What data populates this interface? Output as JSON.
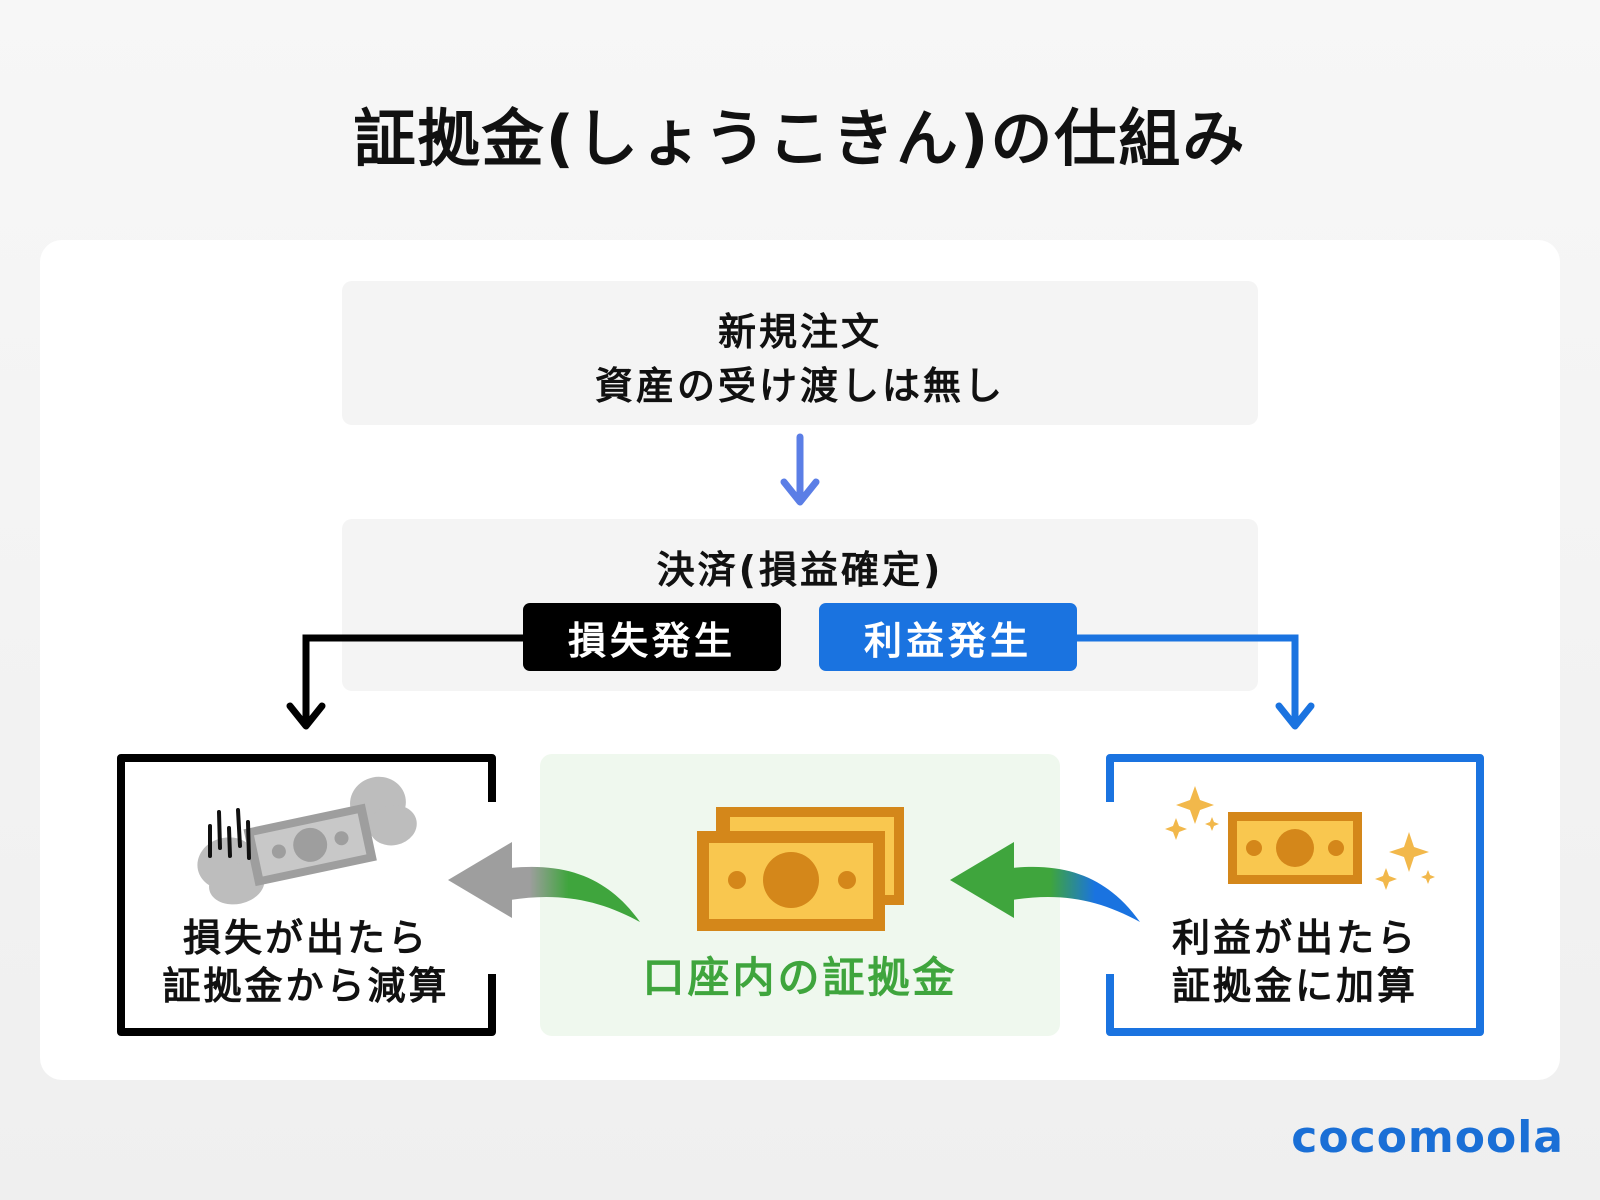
{
  "title": "証拠金(しょうこきん)の仕組み",
  "steps": {
    "new_order": {
      "line1": "新規注文",
      "line2": "資産の受け渡しは無し"
    },
    "settlement": {
      "title": "決済(損益確定)",
      "loss_badge": "損失発生",
      "profit_badge": "利益発生"
    }
  },
  "outcomes": {
    "loss": {
      "line1": "損失が出たら",
      "line2": "証拠金から減算"
    },
    "center": {
      "label": "口座内の証拠金"
    },
    "profit": {
      "line1": "利益が出たら",
      "line2": "証拠金に加算"
    }
  },
  "logo": "cocomoola",
  "colors": {
    "accent_blue": "#1a73e0",
    "arrow_blue": "#5b7ee6",
    "loss_black": "#000000",
    "margin_green": "#3fa53d",
    "money_gold": "#f9c74f",
    "money_orange": "#d4871a",
    "loss_gray": "#9e9e9e"
  }
}
